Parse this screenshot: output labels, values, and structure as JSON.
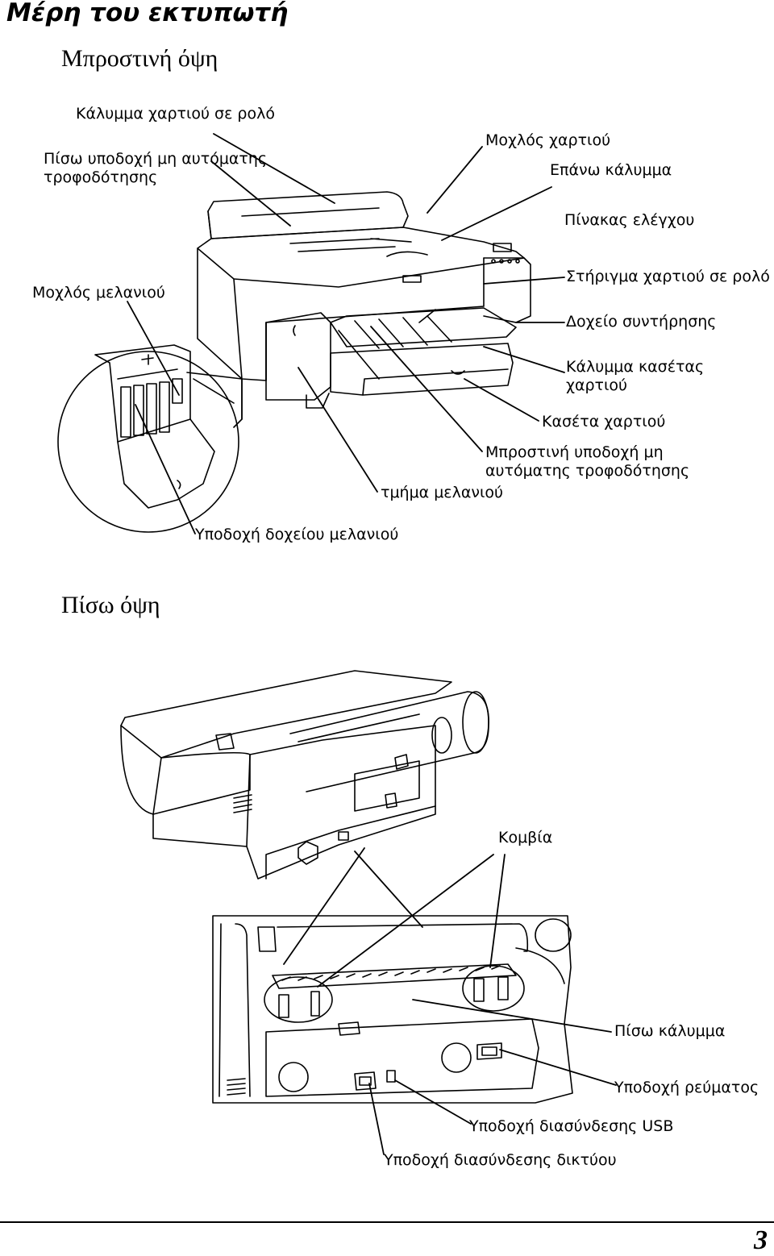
{
  "page_title": "Μέρη του εκτυπωτή",
  "front_view": {
    "heading": "Μπροστινή όψη",
    "labels": {
      "roll_cover": "Κάλυμμα χαρτιού σε ρολό",
      "rear_manual_feed": "Πίσω υποδοχή μη αυτόματης\nτροφοδότησης",
      "paper_lever": "Μοχλός χαρτιού",
      "top_cover": "Επάνω κάλυμμα",
      "control_panel": "Πίνακας ελέγχου",
      "ink_lever": "Μοχλός μελανιού",
      "roll_holder": "Στήριγμα χαρτιού σε ρολό",
      "maintenance_tank": "Δοχείο συντήρησης",
      "cassette_cover": "Κάλυμμα κασέτας\nχαρτιού",
      "paper_cassette": "Κασέτα χαρτιού",
      "front_manual_feed": "Μπροστινή υποδοχή μη\nαυτόματης τροφοδότησης",
      "ink_compartment": "τμήμα μελανιού",
      "ink_cartridge_slot": "Υποδοχή δοχείου μελανιού"
    }
  },
  "rear_view": {
    "heading": "Πίσω όψη",
    "labels": {
      "knobs": "Κομβία",
      "rear_cover": "Πίσω κάλυμμα",
      "ac_inlet": "Υποδοχή ρεύματος",
      "usb_port": "Υποδοχή διασύνδεσης USB",
      "network_port": "Υποδοχή διασύνδεσης δικτύου"
    }
  },
  "page_number": "3"
}
